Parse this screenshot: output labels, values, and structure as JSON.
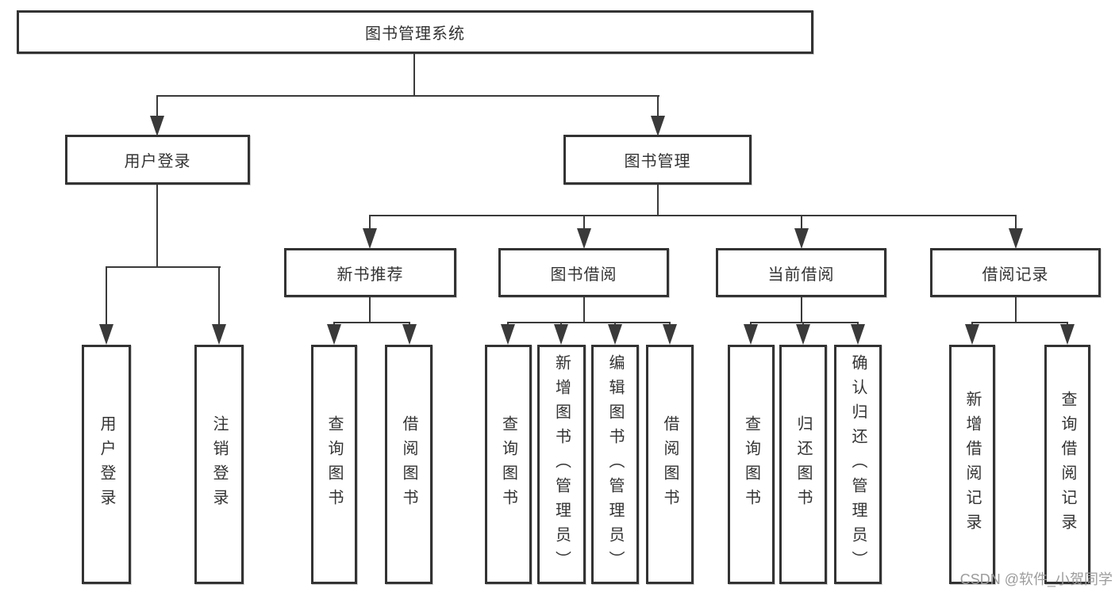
{
  "diagram_type": "hierarchy-tree",
  "colors": {
    "background": "#ffffff",
    "box_border": "#333333",
    "connector_line": "#3a3a3a",
    "text": "#333333",
    "watermark_text": "#9c9c9c"
  },
  "nodes": {
    "root": "图书管理系统",
    "level2": [
      "用户登录",
      "图书管理"
    ],
    "level3": [
      "新书推荐",
      "图书借阅",
      "当前借阅",
      "借阅记录"
    ],
    "leaves": {
      "user_login": [
        "用户登录",
        "注销登录"
      ],
      "new_book_recommend": [
        "查询图书",
        "借阅图书"
      ],
      "book_borrow": [
        "查询图书",
        "新增图书（管理员）",
        "编辑图书（管理员）",
        "借阅图书"
      ],
      "current_borrow": [
        "查询图书",
        "归还图书",
        "确认归还（管理员）"
      ],
      "borrow_records": [
        "新增借阅记录",
        "查询借阅记录"
      ]
    }
  },
  "watermark": "CSDN @软件_小贺同学"
}
